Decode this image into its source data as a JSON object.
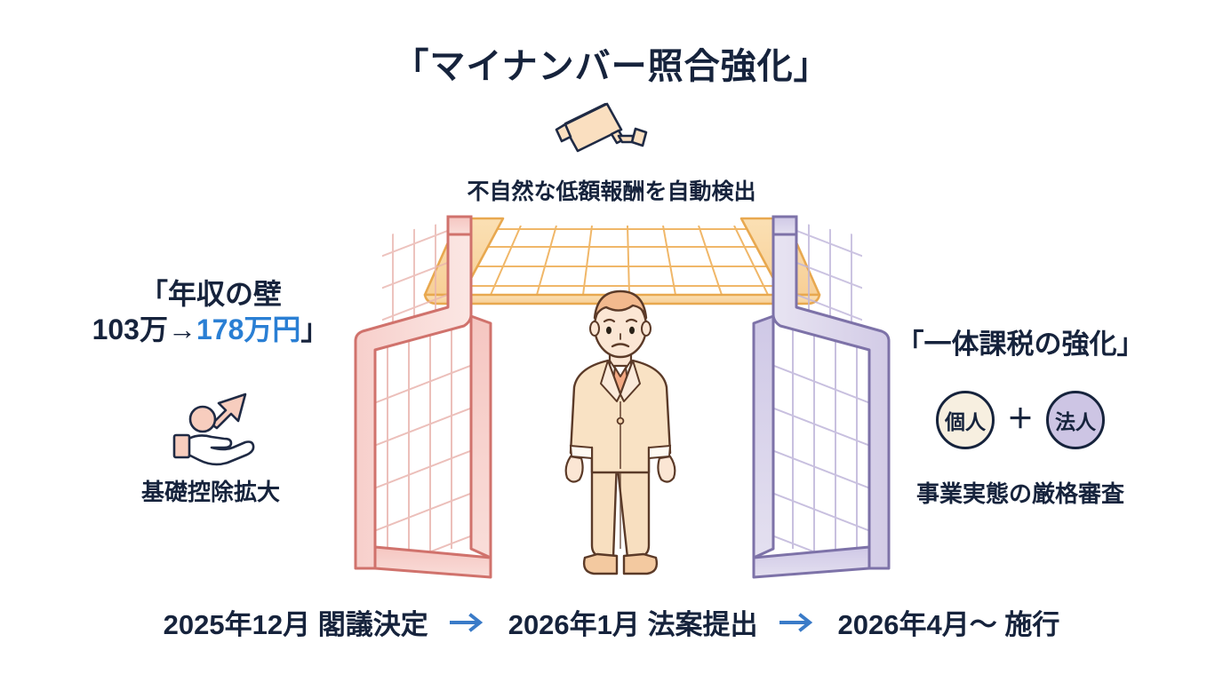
{
  "page": {
    "title": "「マイナンバー照合強化」",
    "background_color": "#ffffff",
    "text_color": "#16233c",
    "accent_blue": "#2a7fd4"
  },
  "top_section": {
    "camera_icon": "security-camera-icon",
    "caption": "不自然な低額報酬を自動検出",
    "net_color": "#f0a94e"
  },
  "left_section": {
    "title_line1": "「年収の壁",
    "title_line2_before": "103万→",
    "title_line2_highlight": "178万円",
    "title_line2_after": "」",
    "icon": "hand-rising-arrow-icon",
    "caption": "基礎控除拡大",
    "wall_color": "#d8706a"
  },
  "center_section": {
    "figure": "worried-businessman-illustration",
    "suit_color": "#f7ddbd",
    "skin_color": "#fae5d3"
  },
  "right_section": {
    "title": "「一体課税の強化」",
    "entities": [
      {
        "label": "個人",
        "fill": "#f7efe0"
      },
      {
        "label": "法人",
        "fill": "#cdc5e4"
      }
    ],
    "plus": "＋",
    "caption": "事業実態の厳格審査",
    "wall_color": "#8a7fb0"
  },
  "timeline": {
    "arrow_color": "#3a7bc8",
    "steps": [
      "2025年12月 閣議決定",
      "2026年1月 法案提出",
      "2026年4月〜 施行"
    ],
    "arrow_glyph": "→"
  }
}
